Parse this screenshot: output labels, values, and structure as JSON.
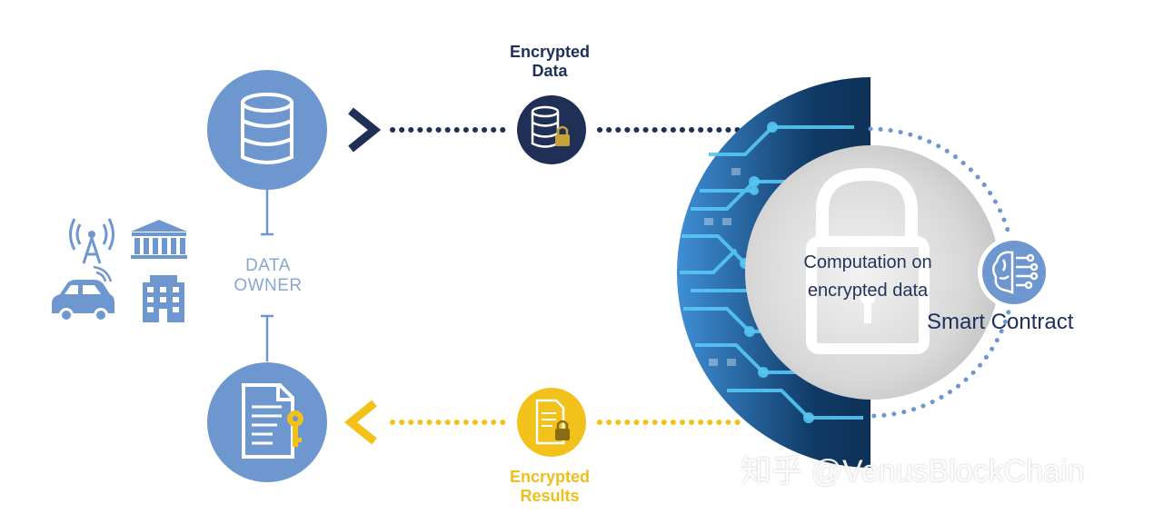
{
  "labels": {
    "encrypted_data": "Encrypted\nData",
    "encrypted_results": "Encrypted\nResults",
    "data_owner": "DATA\nOWNER",
    "computation": "Computation on\nencrypted data",
    "smart_contract": "Smart Contract",
    "watermark": "知乎 @VenusBlockChain"
  },
  "icons": {
    "owner_devices": [
      "antenna-icon",
      "bank-icon",
      "car-icon",
      "office-building-icon"
    ],
    "data_source": "database-icon",
    "results": "document-key-icon",
    "encrypted_data": "database-lock-icon",
    "encrypted_results": "document-lock-icon",
    "computation": "padlock-icon",
    "smart_contract": "brain-circuit-icon"
  },
  "colors": {
    "owner_blue": "#6f97cf",
    "light_blue": "#8aa9d6",
    "navy": "#1f2f55",
    "gold": "#f2c21a",
    "circuit_dark": "#0b1a2e",
    "circuit_light": "#4fc3f7",
    "gray": "#d9d9d9"
  }
}
